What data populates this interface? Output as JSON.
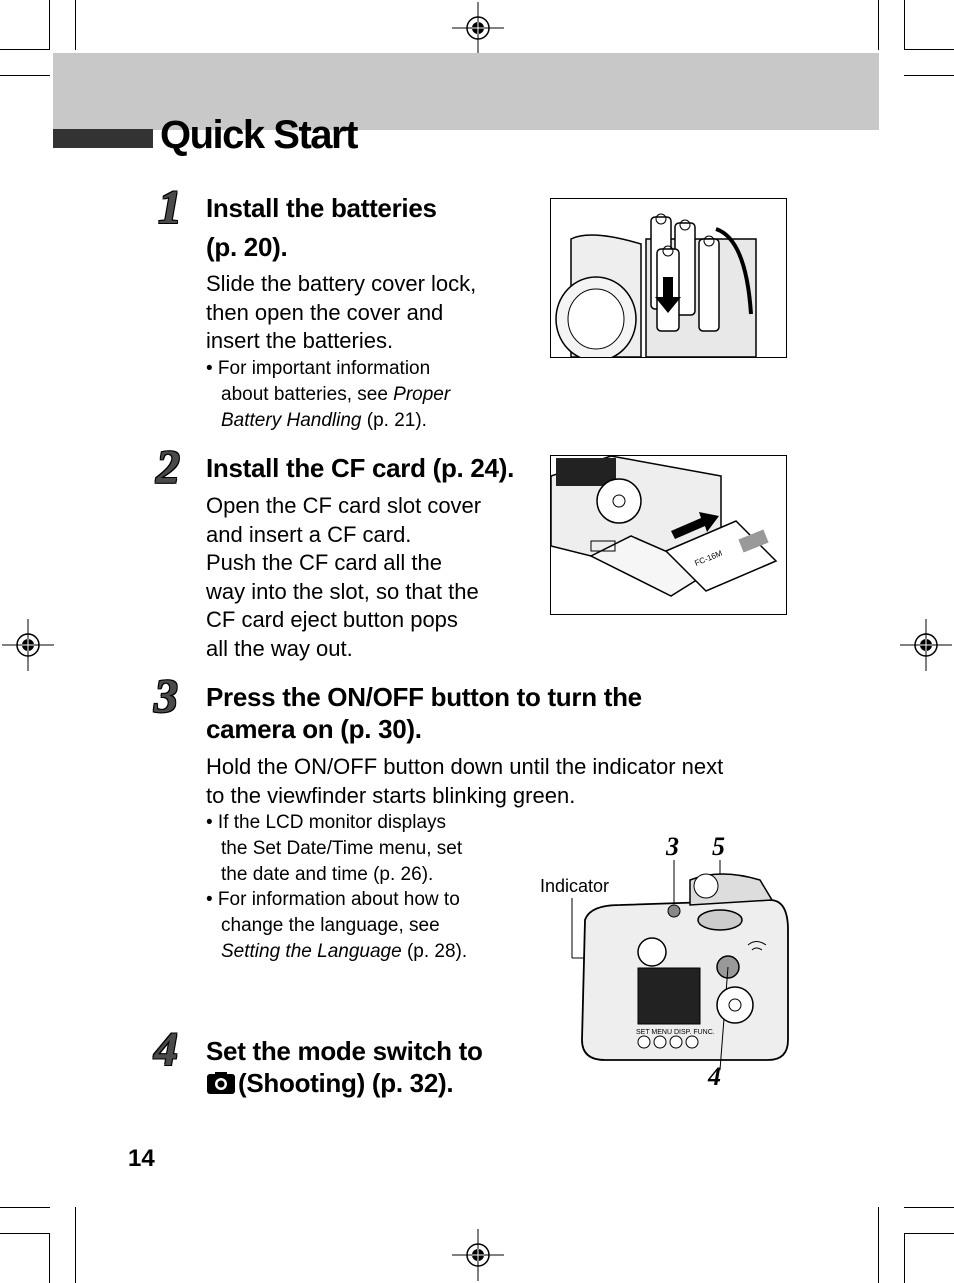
{
  "header": {
    "title": "Quick Start"
  },
  "steps": [
    {
      "number": "1",
      "heading_line1": "Install the batteries",
      "heading_line2": "(p. 20).",
      "body": [
        "Slide the battery cover lock,",
        "then open the cover and",
        "insert the batteries."
      ],
      "bullet": {
        "prefix": "• For important information",
        "line2_text": "about batteries, see ",
        "line2_italic": "Proper",
        "line3_italic": "Battery Handling",
        "line3_text": " (p. 21)."
      }
    },
    {
      "number": "2",
      "heading": "Install the CF card (p. 24).",
      "body": [
        "Open the CF card slot cover",
        "and insert a CF card.",
        "Push the CF card all the",
        "way into the slot, so that the",
        "CF card eject button pops",
        "all the way out."
      ]
    },
    {
      "number": "3",
      "heading_line1": "Press the ON/OFF button to turn the",
      "heading_line2": "camera on (p. 30).",
      "body": [
        "Hold the ON/OFF button down until the indicator next",
        "to the viewfinder starts blinking green."
      ],
      "bullets": [
        {
          "lines": [
            "• If the LCD monitor displays",
            "the Set Date/Time menu, set",
            "the date and time (p. 26)."
          ]
        },
        {
          "line1": "• For information about how to",
          "line2": "change the language, see",
          "line3_italic": "Setting the Language",
          "line3_text": " (p. 28)."
        }
      ]
    },
    {
      "number": "4",
      "heading_line1": "Set the mode switch to",
      "heading_line2": " (Shooting) (p. 32).",
      "icon": "camera-icon"
    }
  ],
  "figures": {
    "battery": {
      "icon": "battery-insert-illustration"
    },
    "cf_card": {
      "icon": "cf-card-insert-illustration",
      "card_label": "FC-16M"
    },
    "camera_back": {
      "icon": "camera-back-illustration",
      "indicator_label": "Indicator",
      "callouts": [
        "3",
        "5",
        "4"
      ],
      "button_labels": "SET MENU DISP. FUNC."
    }
  },
  "page_number": "14"
}
